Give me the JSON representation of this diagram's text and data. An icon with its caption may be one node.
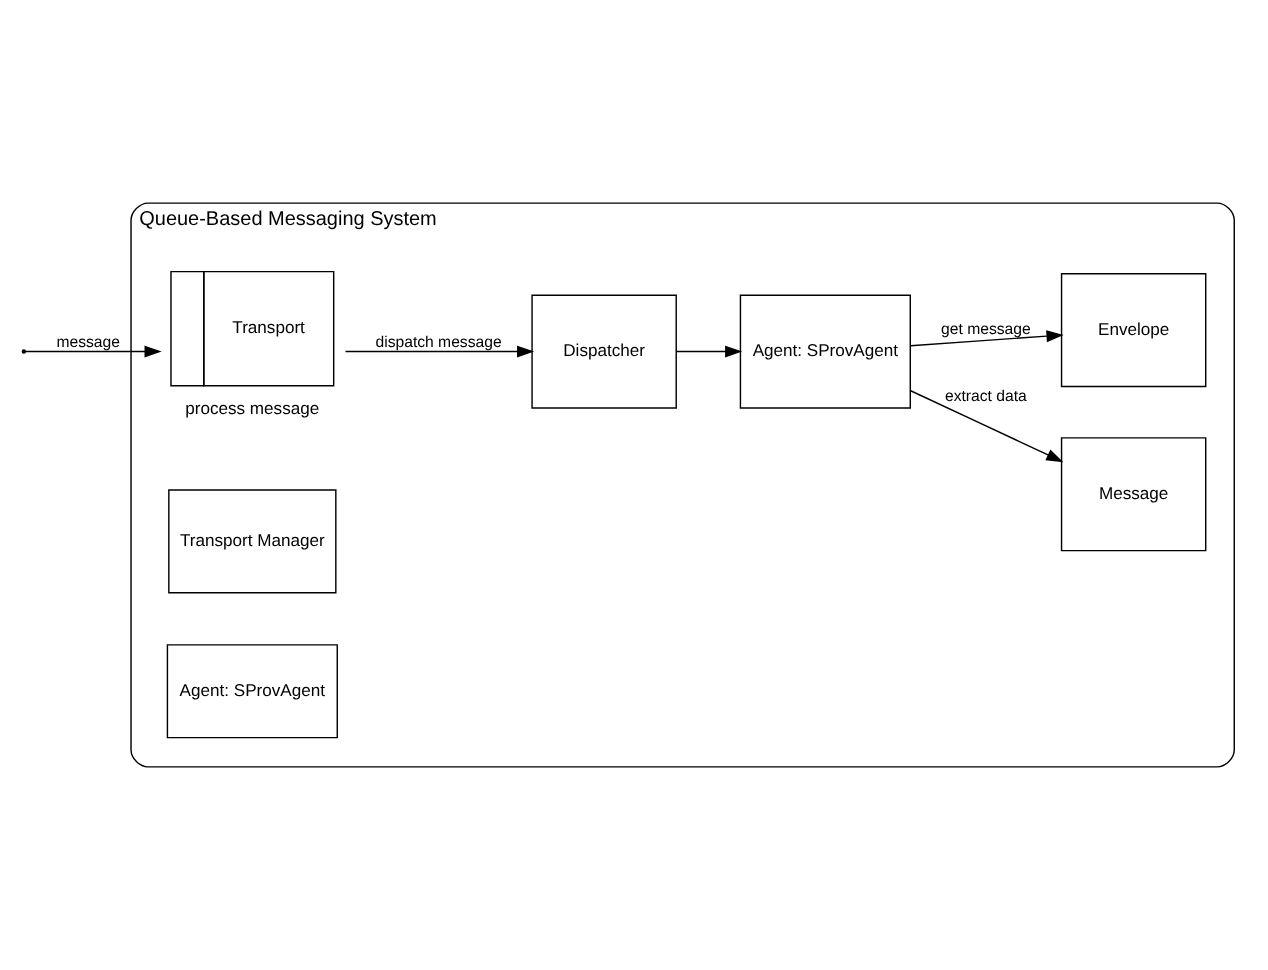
{
  "diagram": {
    "nodes": [
      {
        "text": [
          "Queue-Based Messaging System"
        ]
      },
      {
        "text": [
          "Transport"
        ],
        "in": 0,
        "beside": [
          "process message"
        ]
      },
      {
        "text": [
          "Transport Manager"
        ],
        "in": 0
      },
      {
        "text": [
          "Agent: SProvAgent"
        ],
        "in": 0
      },
      {
        "text": [
          "Dispatcher"
        ],
        "in": 0
      },
      {
        "text": [
          "Agent: SProvAgent"
        ],
        "in": 0
      },
      {
        "text": [
          "Message"
        ],
        "in": 0
      },
      {
        "text": [
          "Envelope"
        ],
        "in": 0
      }
    ],
    "edges": [
      {
        "from": null,
        "to": 1,
        "arrow": "to",
        "label": "message"
      },
      {
        "from": 1,
        "to": 4,
        "arrow": "to",
        "label": "dispatch message"
      },
      {
        "from": 4,
        "to": 5,
        "arrow": "to"
      },
      {
        "from": 5,
        "to": 6,
        "arrow": "to",
        "label": "extract data"
      },
      {
        "from": 5,
        "to": 7,
        "arrow": "to",
        "label": "get message"
      }
    ]
  }
}
